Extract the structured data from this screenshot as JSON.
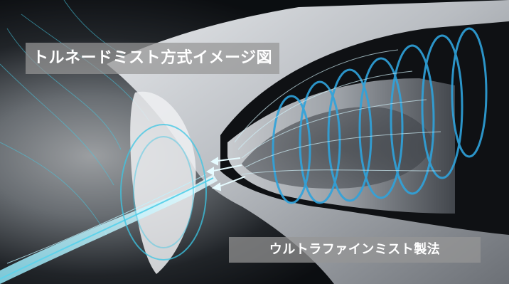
{
  "captions": {
    "top": "トルネードミスト方式イメージ図",
    "bottom": "ウルトラファインミスト製法"
  },
  "illustration": {
    "icon": "mist-nozzle-illustration",
    "colors": {
      "background_dark": "#0d0f12",
      "nozzle_silver": "#c9ccd0",
      "mist_cyan": "#39c6e6",
      "spiral_blue": "#2b9bd6"
    }
  }
}
